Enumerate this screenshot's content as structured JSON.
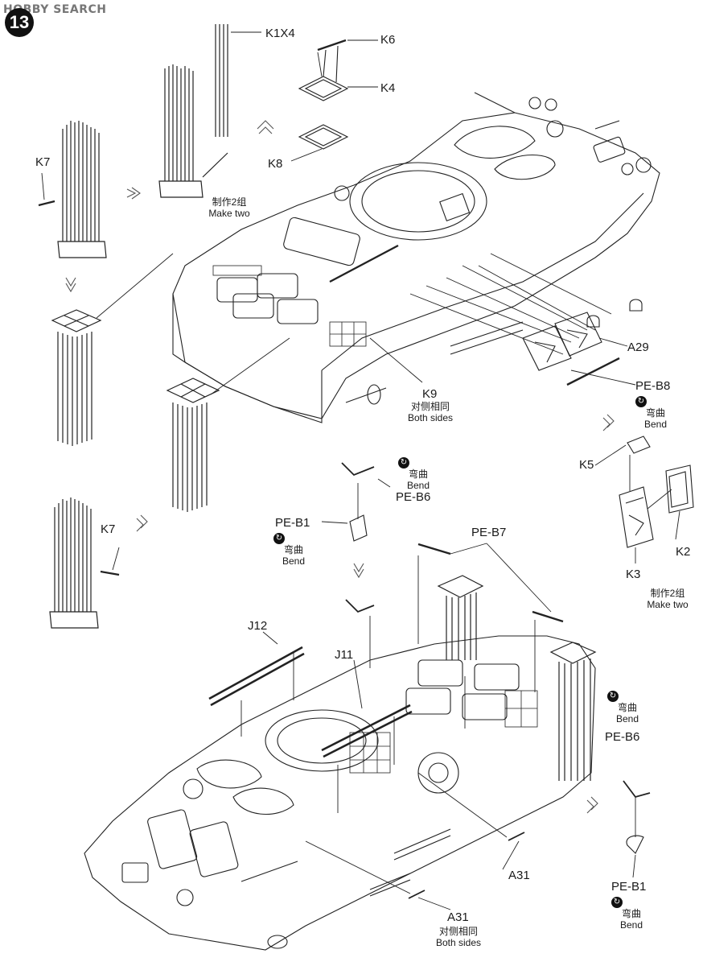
{
  "watermark": "HOBBY SEARCH",
  "step_number": "13",
  "parts": {
    "k1x4": "K1X4",
    "k6": "K6",
    "k4": "K4",
    "k8": "K8",
    "k7_top": "K7",
    "k7_bottom": "K7",
    "a29": "A29",
    "pe_b8": "PE-B8",
    "k9": "K9",
    "k5": "K5",
    "k2": "K2",
    "k3": "K3",
    "pe_b6_mid": "PE-B6",
    "pe_b1_mid": "PE-B1",
    "pe_b7": "PE-B7",
    "j12": "J12",
    "j11": "J11",
    "pe_b6_right": "PE-B6",
    "a31_right": "A31",
    "pe_b1_right": "PE-B1",
    "a31_bottom": "A31"
  },
  "notes": {
    "make_two_cn": "制作2组",
    "make_two_en": "Make two",
    "both_sides_cn": "对侧相同",
    "both_sides_en": "Both sides",
    "bend_cn": "弯曲",
    "bend_en": "Bend"
  },
  "icons": {
    "bend_symbol": "↻"
  }
}
